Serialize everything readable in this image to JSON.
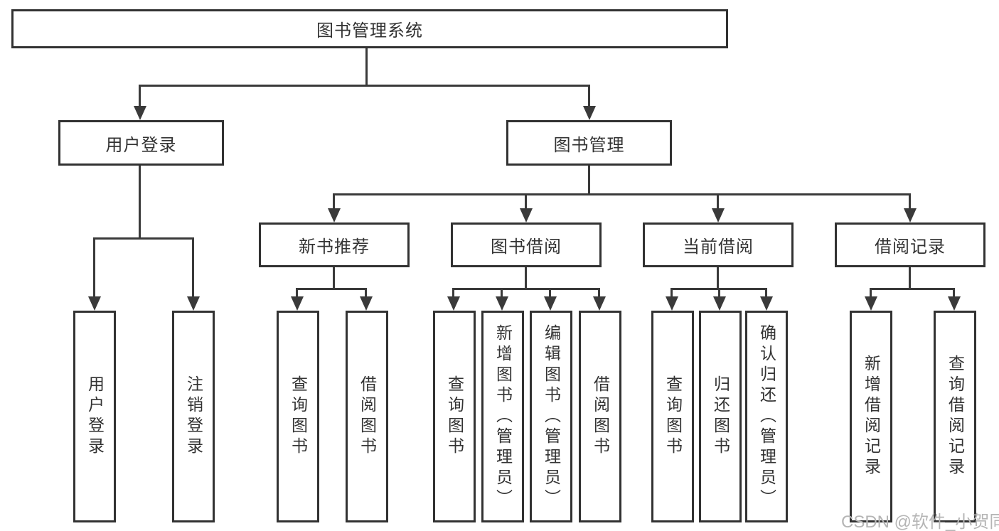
{
  "diagram": {
    "root": {
      "label": "图书管理系统"
    },
    "level2": {
      "user_login": {
        "label": "用户登录"
      },
      "book_management": {
        "label": "图书管理"
      }
    },
    "level3": {
      "new_book_recommendation": {
        "label": "新书推荐"
      },
      "book_borrowing": {
        "label": "图书借阅"
      },
      "current_borrowing": {
        "label": "当前借阅"
      },
      "borrowing_records": {
        "label": "借阅记录"
      }
    },
    "leaves": {
      "user_login": [
        "用户登录",
        "注销登录"
      ],
      "new_books": [
        "查询图书",
        "借阅图书"
      ],
      "book_borrow": [
        "查询图书",
        "新增图书（管理员）",
        "编辑图书（管理员）",
        "借阅图书"
      ],
      "current_borrow": [
        "查询图书",
        "归还图书",
        "确认归还（管理员）"
      ],
      "borrow_records": [
        "新增借阅记录",
        "查询借阅记录"
      ]
    }
  },
  "watermark": "CSDN @软件_小贺同学",
  "colors": {
    "line": "#3a3a3a",
    "text": "#333333",
    "border": "#323232",
    "watermark": "#b5b5b5",
    "background": "#ffffff"
  }
}
